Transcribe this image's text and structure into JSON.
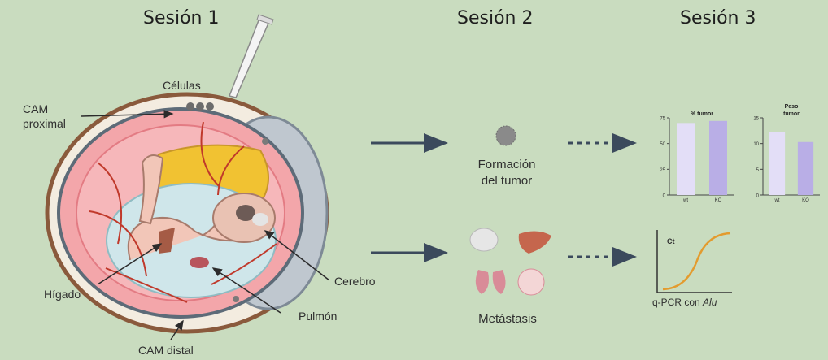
{
  "sessions": [
    "Sesión 1",
    "Sesión 2",
    "Sesión 3"
  ],
  "egg_labels": {
    "celulas": "Células",
    "cam_proximal_1": "CAM",
    "cam_proximal_2": "proximal",
    "higado": "Hígado",
    "cerebro": "Cerebro",
    "pulmon": "Pulmón",
    "cam_distal": "CAM distal"
  },
  "outcomes": {
    "tumor_1": "Formación",
    "tumor_2": "del tumor",
    "metastasis": "Metástasis",
    "qpcr_prefix": "q-PCR con ",
    "qpcr_alu": "Alu",
    "ct": "Ct"
  },
  "colors": {
    "background": "#c9dcbf",
    "shell": "#8a5a3c",
    "membrane": "#f4a9ad",
    "vessel": "#c0392b",
    "yolk": "#f1c232",
    "wt_bar": "#e3def7",
    "ko_bar": "#b9aee6",
    "curve": "#e39b2e"
  },
  "chart_data": [
    {
      "type": "bar",
      "title": "% tumor",
      "categories": [
        "wt",
        "KO"
      ],
      "values": [
        70,
        72
      ],
      "ylim": [
        0,
        75
      ],
      "yticks": [
        "0",
        "25",
        "50",
        "75"
      ]
    },
    {
      "type": "bar",
      "title": "Peso tumor",
      "title_lines": [
        "Peso",
        "tumor"
      ],
      "categories": [
        "wt",
        "KO"
      ],
      "values": [
        12.3,
        10.3
      ],
      "ylim": [
        0,
        15
      ],
      "yticks": [
        "0",
        "5",
        "10",
        "15"
      ]
    }
  ]
}
